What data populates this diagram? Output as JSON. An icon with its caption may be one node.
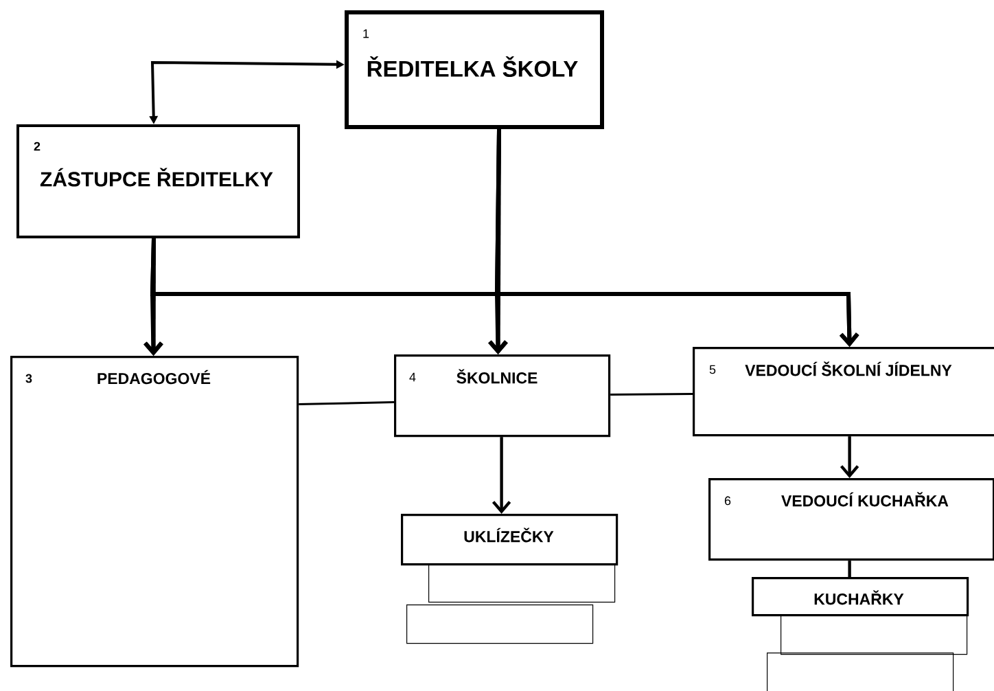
{
  "diagram": {
    "nodes": [
      {
        "text": [
          "1",
          "ŘEDITELKA ŠKOLY"
        ]
      },
      {
        "text": [
          "2",
          "ZÁSTUPCE ŘEDITELKY"
        ]
      },
      {
        "text": [
          "3",
          "PEDAGOGOVÉ"
        ]
      },
      {
        "text": [
          "4",
          "ŠKOLNICE"
        ]
      },
      {
        "text": [
          "5",
          "VEDOUCÍ ŠKOLNÍ JÍDELNY"
        ]
      },
      {
        "text": [
          "6",
          "VEDOUCÍ KUCHAŘKA"
        ]
      },
      {
        "text": [
          "UKLÍZEČKY"
        ]
      },
      {
        "text": [],
        "shape": "box"
      },
      {
        "text": [],
        "shape": "box"
      },
      {
        "text": [
          "KUCHAŘKY"
        ]
      },
      {
        "text": [],
        "shape": "box"
      },
      {
        "text": [],
        "shape": "box"
      }
    ],
    "edges": [
      {
        "from": 0,
        "to": 1,
        "arrow": "both"
      },
      {
        "from": 1,
        "to": 2,
        "arrow": "to"
      },
      {
        "from": 1,
        "to": 3,
        "arrow": "to"
      },
      {
        "from": 1,
        "to": 4,
        "arrow": "to"
      },
      {
        "from": 0,
        "to": 2,
        "arrow": "to"
      },
      {
        "from": 0,
        "to": 3,
        "arrow": "to"
      },
      {
        "from": 0,
        "to": 4,
        "arrow": "to"
      },
      {
        "from": 2,
        "to": 3,
        "arrow": "none"
      },
      {
        "from": 3,
        "to": 4,
        "arrow": "none"
      },
      {
        "from": 3,
        "to": 6,
        "arrow": "to"
      },
      {
        "from": 4,
        "to": 5,
        "arrow": "to"
      },
      {
        "from": 5,
        "to": 9,
        "arrow": "none"
      }
    ]
  }
}
